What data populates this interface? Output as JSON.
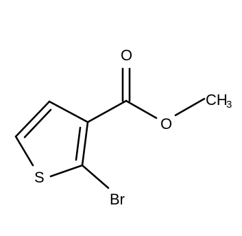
{
  "molecule": {
    "atoms": {
      "oxygen_carbonyl": "O",
      "oxygen_ester": "O",
      "methyl": "CH",
      "methyl_subscript": "3",
      "sulfur": "S",
      "bromine": "Br"
    }
  }
}
